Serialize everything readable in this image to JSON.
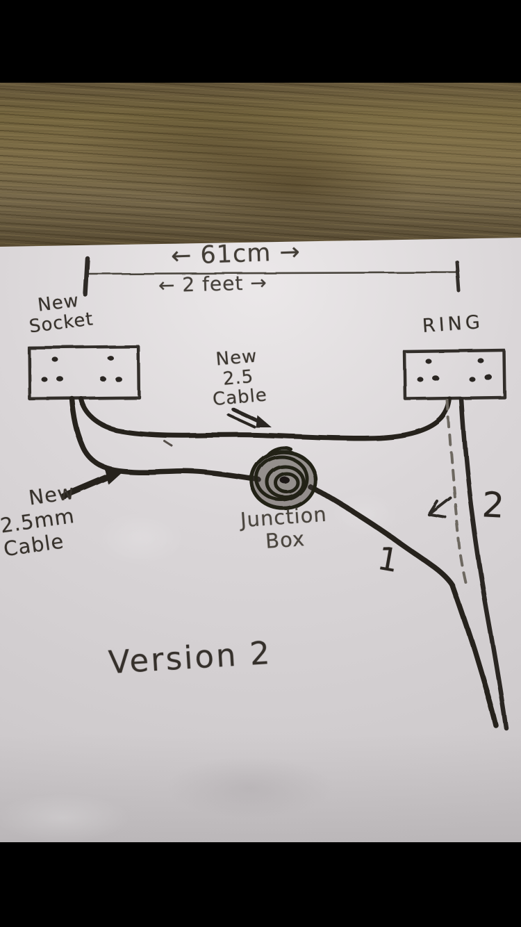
{
  "scene": {
    "type": "photo-of-hand-drawn-wiring-diagram",
    "colors": {
      "letterbox": "#000000",
      "wood_table": "#75663f",
      "paper": "#dad6d8",
      "pencil": "#3a352f",
      "marker_cable": "#27221e"
    }
  },
  "diagram": {
    "dimension": {
      "cm_label": "←  61cm  →",
      "feet_label": "←  2 feet  →"
    },
    "sockets": {
      "left_label": "New\nSocket",
      "right_label": "RING"
    },
    "cables": {
      "mid_label": "New\n2.5\nCable",
      "left_label": "New\n2.5mm\nCable",
      "route_1": "1",
      "route_2": "2"
    },
    "junction": {
      "label": "Junction\nBox"
    },
    "title": "Version 2"
  }
}
